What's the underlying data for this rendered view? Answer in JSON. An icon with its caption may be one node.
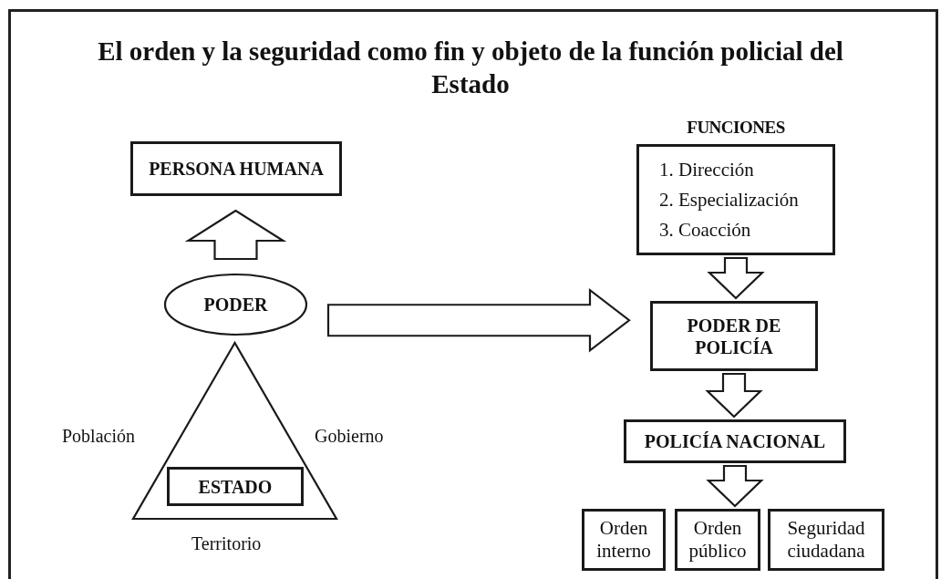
{
  "diagram": {
    "title": "El orden y la seguridad como fin y objeto de la función policial del Estado",
    "nodes": [
      {
        "text": [
          "PERSONA HUMANA"
        ]
      },
      {
        "text": [
          "PODER"
        ]
      },
      {
        "text": [],
        "shape": "triangle",
        "beside": [
          "Población",
          "Gobierno",
          "Territorio"
        ]
      },
      {
        "text": [
          "ESTADO"
        ],
        "in": 2
      },
      {
        "text": [
          "FUNCIONES",
          "1. Dirección",
          "2. Especialización",
          "3. Coacción"
        ]
      },
      {
        "text": [
          "PODER DE POLICÍA"
        ]
      },
      {
        "text": [
          "POLICÍA NACIONAL"
        ]
      },
      {
        "text": [
          "Orden interno"
        ]
      },
      {
        "text": [
          "Orden público"
        ]
      },
      {
        "text": [
          "Seguridad ciudadana"
        ]
      }
    ],
    "edges": [
      {
        "from": 1,
        "to": 0,
        "arrow": "to"
      },
      {
        "from": 1,
        "to": 5,
        "arrow": "to"
      },
      {
        "from": 4,
        "to": 5,
        "arrow": "to"
      },
      {
        "from": 5,
        "to": 6,
        "arrow": "to"
      },
      {
        "from": 6,
        "to": 7,
        "arrow": "to"
      },
      {
        "from": 6,
        "to": 8,
        "arrow": "to"
      },
      {
        "from": 6,
        "to": 9,
        "arrow": "to"
      }
    ]
  }
}
